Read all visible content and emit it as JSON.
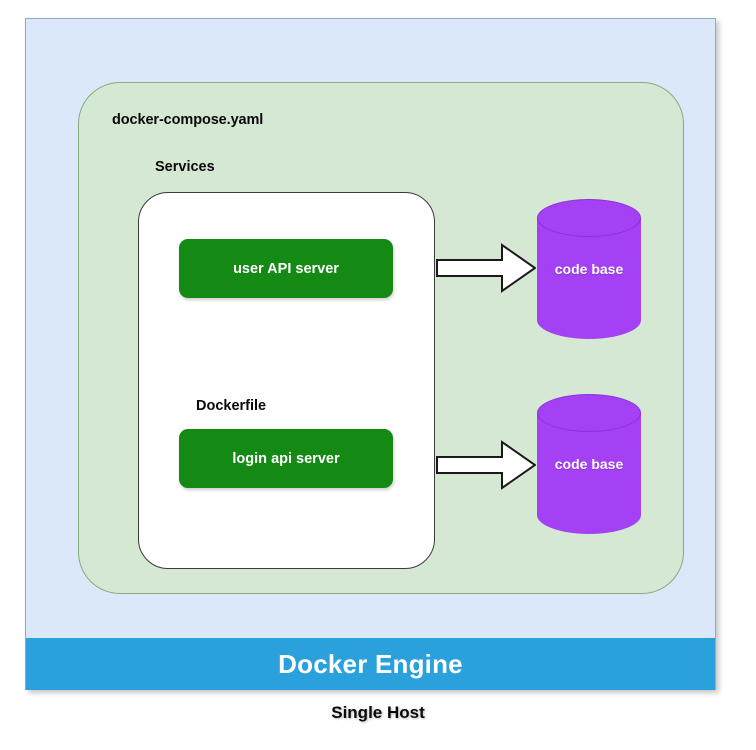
{
  "diagram": {
    "title_caption": "Single Host",
    "host": {
      "name": "host-container",
      "fill": "#dbe8f9",
      "border": "#8fa9cc"
    },
    "compose": {
      "label": "docker-compose.yaml",
      "fill": "#d5e8d4",
      "border": "#87ab7d"
    },
    "services": {
      "label": "Services",
      "fill": "#ffffff",
      "border": "#3b3b3b",
      "dockerfile_label": "Dockerfile",
      "items": [
        {
          "label": "user API server",
          "color": "#148a14"
        },
        {
          "label": "login api server",
          "color": "#148a14"
        }
      ]
    },
    "databases": [
      {
        "label": "code base",
        "color": "#a541f5"
      },
      {
        "label": "code base",
        "color": "#a541f5"
      }
    ],
    "arrows": [
      {
        "name": "arrow-user-api-to-code-base",
        "direction": "right"
      },
      {
        "name": "arrow-login-api-to-code-base",
        "direction": "right"
      }
    ],
    "engine": {
      "label": "Docker Engine",
      "color": "#2aa0dd"
    }
  }
}
